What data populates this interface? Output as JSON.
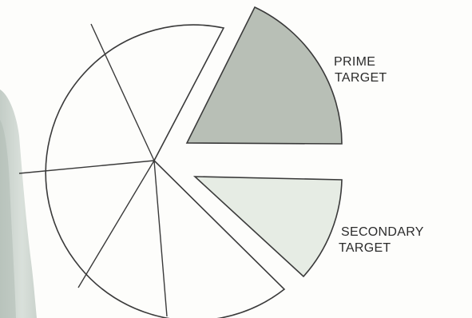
{
  "diagram": {
    "segments": [
      {
        "name": "Prime target",
        "fill": "#b8bfb6",
        "exploded": true
      },
      {
        "name": "Secondary target",
        "fill": "#e6ece4",
        "exploded": true
      }
    ],
    "colors": {
      "outline": "#3a3a3a",
      "background": "#fdfdfb",
      "figure_shade": "#c9d2cb"
    }
  },
  "labels": {
    "prime_line1": "PRIME",
    "prime_line2": "TARGET",
    "secondary_line1": "SECONDARY",
    "secondary_line2": "TARGET"
  }
}
